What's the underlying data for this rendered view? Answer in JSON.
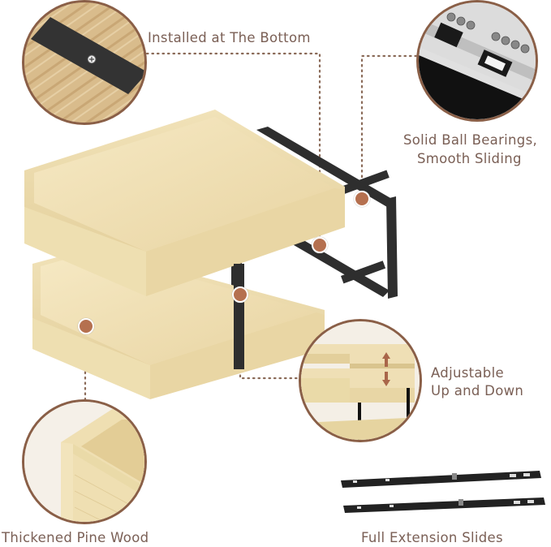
{
  "features": {
    "installed_bottom": {
      "label": "Installed at The Bottom",
      "icon": "bracket-screw-detail"
    },
    "ball_bearings": {
      "line1": "Solid Ball Bearings,",
      "line2": "Smooth Sliding",
      "icon": "ball-bearing-detail"
    },
    "adjustable": {
      "line1": "Adjustable",
      "line2": "Up and Down",
      "icon": "height-adjust-detail"
    },
    "pine_wood": {
      "label": "Thickened Pine Wood",
      "icon": "wood-corner-detail"
    },
    "slides": {
      "label": "Full Extension Slides",
      "icon": "drawer-slides"
    }
  },
  "colors": {
    "accent": "#8a5f47",
    "marker": "#b5704f",
    "text": "#7a5f55",
    "wood": "#ecdcae",
    "metal": "#2b2b2b"
  }
}
